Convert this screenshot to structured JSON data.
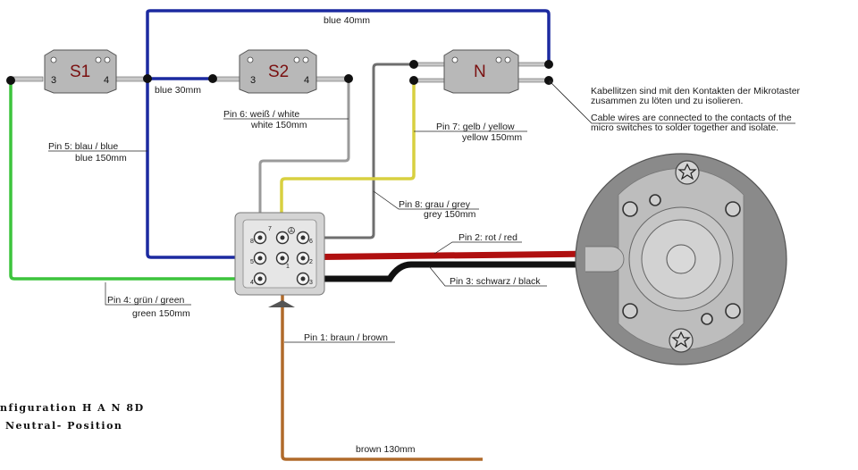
{
  "title": {
    "line1": "nfiguration H A N 8D",
    "line2": "Neutral- Position"
  },
  "switches": [
    {
      "label": "S1",
      "left": "3",
      "right": "4"
    },
    {
      "label": "S2",
      "left": "3",
      "right": "4"
    },
    {
      "label": "N",
      "left": "",
      "right": ""
    }
  ],
  "wires": {
    "blue_top": "blue 40mm",
    "blue_short": "blue 30mm",
    "pin6_a": "Pin 6: weiß / white",
    "pin6_b": "white 150mm",
    "pin5_a": "Pin 5: blau / blue",
    "pin5_b": "blue 150mm",
    "pin7_a": "Pin 7: gelb / yellow",
    "pin7_b": "yellow 150mm",
    "pin8_a": "Pin 8: grau / grey",
    "pin8_b": "grey 150mm",
    "pin2": "Pin 2: rot / red",
    "pin3": "Pin 3: schwarz / black",
    "pin4_a": "Pin 4: grün / green",
    "pin4_b": "green 150mm",
    "pin1": "Pin 1: braun / brown",
    "brown": "brown 130mm"
  },
  "note": {
    "de_1": "Kabellitzen sind mit den Kontakten der Mikrotaster",
    "de_2": "zusammen zu löten und zu isolieren.",
    "en_1": "Cable wires are connected to the contacts of the",
    "en_2": "micro switches to solder together and isolate."
  },
  "connector_pins": {
    "p7": "7",
    "p8": "8",
    "p6": "6",
    "p5": "5",
    "p1": "1",
    "p4": "4",
    "p2": "2",
    "p3": "3"
  },
  "colors": {
    "blue": "#1c2aa0",
    "white_wire": "#9a9a9a",
    "grey": "#6e6e6e",
    "yellow": "#d8d040",
    "green": "#3cc43c",
    "red": "#b01010",
    "black": "#111111",
    "brown": "#b06a2a",
    "switch_body": "#b8b8b8",
    "motor": "#8a8a8a"
  }
}
